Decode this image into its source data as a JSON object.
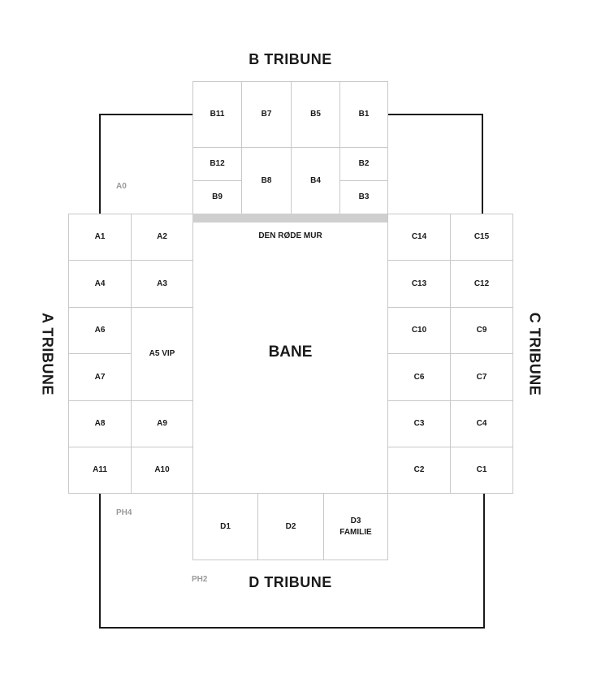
{
  "tribunes": {
    "b": "B TRIBUNE",
    "a": "A TRIBUNE",
    "c": "C TRIBUNE",
    "d": "D TRIBUNE"
  },
  "pitch": {
    "wall_label": "DEN RØDE MUR",
    "label": "BANE",
    "wall_color": "#cfcfcf"
  },
  "zones": {
    "a0": "A0",
    "ph4": "PH4",
    "ph2": "PH2"
  },
  "sections": {
    "b11": "B11",
    "b7": "B7",
    "b5": "B5",
    "b1": "B1",
    "b12": "B12",
    "b9": "B9",
    "b8": "B8",
    "b4": "B4",
    "b2": "B2",
    "b3": "B3",
    "a1": "A1",
    "a2": "A2",
    "a4": "A4",
    "a3": "A3",
    "a6": "A6",
    "a5vip": "A5 VIP",
    "a7": "A7",
    "a8": "A8",
    "a9": "A9",
    "a11": "A11",
    "a10": "A10",
    "c14": "C14",
    "c15": "C15",
    "c13": "C13",
    "c12": "C12",
    "c10": "C10",
    "c9": "C9",
    "c6": "C6",
    "c7": "C7",
    "c3": "C3",
    "c4": "C4",
    "c2": "C2",
    "c1": "C1",
    "d1": "D1",
    "d2": "D2",
    "d3": "D3\nFAMILIE"
  }
}
